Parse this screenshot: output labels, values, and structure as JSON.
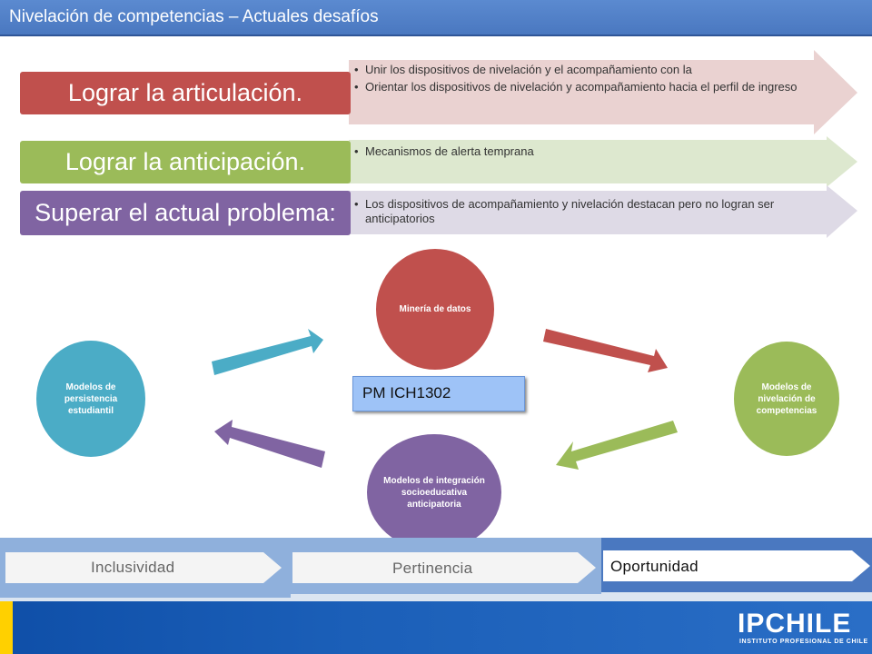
{
  "header": {
    "title": "Nivelación de competencias – Actuales desafíos"
  },
  "rows": [
    {
      "label": "Lograr la articulación.",
      "bullets": [
        "Unir los dispositivos de nivelación y el acompañamiento con la",
        "Orientar los dispositivos  de nivelación y acompañamiento hacia el perfil de ingreso"
      ]
    },
    {
      "label": "Lograr la anticipación.",
      "bullets": [
        "Mecanismos de alerta temprana"
      ]
    },
    {
      "label": "Superar el actual problema:",
      "bullets": [
        "Los dispositivos  de acompañamiento y nivelación destacan pero no logran ser anticipatorios"
      ]
    }
  ],
  "cycle": {
    "persistencia": "Modelos de persistencia estudiantil",
    "mineria": "Minería de datos",
    "nivelacion": "Modelos de nivelación de competencias",
    "integracion": "Modelos de integración socioeducativa anticipatoria",
    "project_code": "PM ICH1302"
  },
  "bottom": [
    "Inclusividad",
    "Pertinencia",
    "Oportunidad"
  ],
  "footer": {
    "logo": "IPCHILE",
    "logo_sub": "INSTITUTO PROFESIONAL DE CHILE"
  },
  "colors": {
    "red": "#c0504d",
    "green": "#9bbb59",
    "purple": "#8064a2",
    "teal": "#4bacc6",
    "blue": "#4a78c0"
  }
}
